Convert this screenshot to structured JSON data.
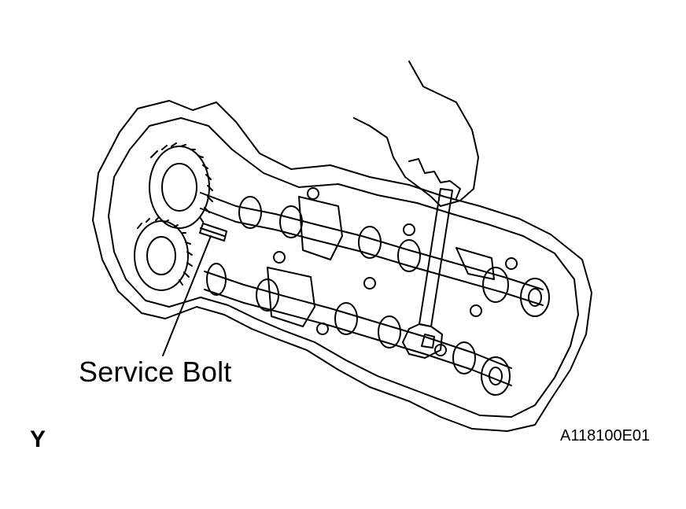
{
  "diagram": {
    "callouts": [
      {
        "id": "service-bolt",
        "text": "Service Bolt"
      }
    ],
    "view_letter": "Y",
    "figure_code": "A118100E01"
  },
  "colors": {
    "line": "#000000",
    "background": "#ffffff"
  }
}
